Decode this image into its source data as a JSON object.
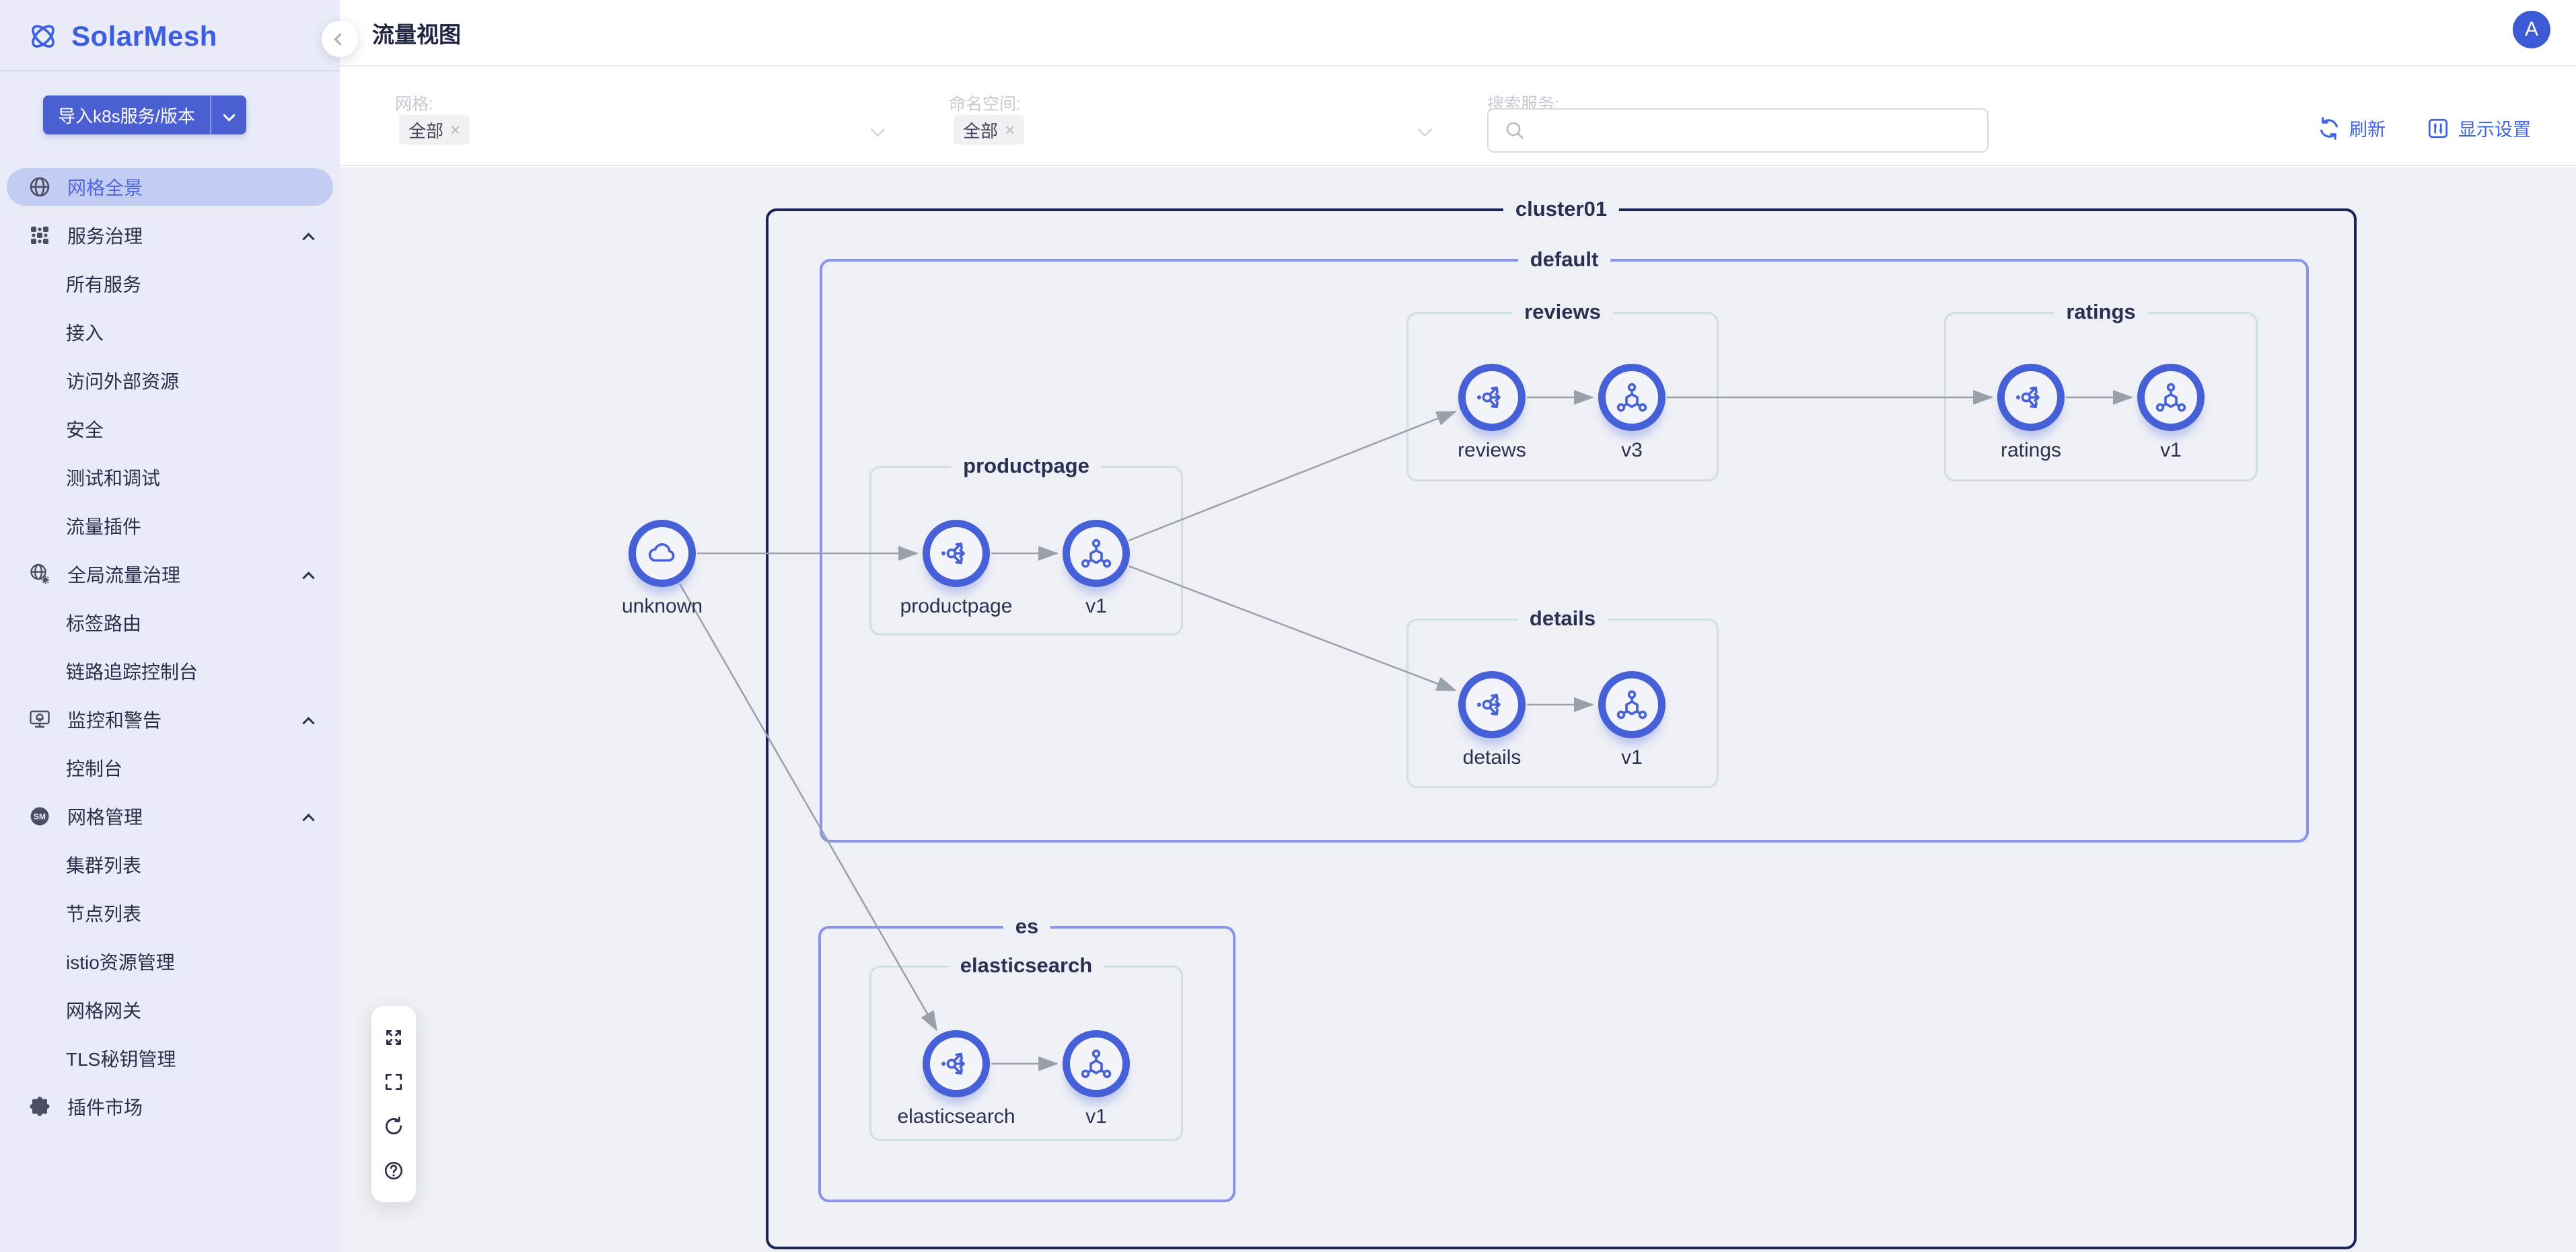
{
  "app": {
    "name": "SolarMesh"
  },
  "colors": {
    "accent": "#4660d8",
    "sidebar_bg": "#e9ecf8",
    "active_pill_bg": "#c3ccf2",
    "cluster_border": "#1b2257",
    "namespace_border": "#8a93e8",
    "group_border": "#cfdfe2",
    "edge": "#99a0ab",
    "canvas_bg": "#eef0f5"
  },
  "sidebar": {
    "import_button": {
      "label": "导入k8s服务/版本"
    },
    "items": [
      {
        "label": "网格全景",
        "icon": "globe-icon",
        "active": true,
        "type": "top"
      },
      {
        "label": "服务治理",
        "icon": "dots-grid-icon",
        "type": "group",
        "expanded": true
      },
      {
        "label": "所有服务",
        "type": "sub"
      },
      {
        "label": "接入",
        "type": "sub"
      },
      {
        "label": "访问外部资源",
        "type": "sub"
      },
      {
        "label": "安全",
        "type": "sub"
      },
      {
        "label": "测试和调试",
        "type": "sub"
      },
      {
        "label": "流量插件",
        "type": "sub"
      },
      {
        "label": "全局流量治理",
        "icon": "globe-gear-icon",
        "type": "group",
        "expanded": true
      },
      {
        "label": "标签路由",
        "type": "sub"
      },
      {
        "label": "链路追踪控制台",
        "type": "sub"
      },
      {
        "label": "监控和警告",
        "icon": "monitor-alert-icon",
        "type": "group",
        "expanded": true
      },
      {
        "label": "控制台",
        "type": "sub"
      },
      {
        "label": "网格管理",
        "icon": "sm-badge-icon",
        "type": "group",
        "expanded": true
      },
      {
        "label": "集群列表",
        "type": "sub"
      },
      {
        "label": "节点列表",
        "type": "sub"
      },
      {
        "label": "istio资源管理",
        "type": "sub"
      },
      {
        "label": "网格网关",
        "type": "sub"
      },
      {
        "label": "TLS秘钥管理",
        "type": "sub"
      },
      {
        "label": "插件市场",
        "icon": "puzzle-icon",
        "type": "top"
      }
    ]
  },
  "header": {
    "title": "流量视图",
    "avatar_initial": "A"
  },
  "filters": {
    "mesh": {
      "label": "网格:",
      "value": "全部"
    },
    "namespace": {
      "label": "命名空间:",
      "value": "全部"
    },
    "search": {
      "label": "搜索服务:",
      "value": ""
    },
    "refresh_label": "刷新",
    "display_settings_label": "显示设置"
  },
  "graph": {
    "boxes": [
      {
        "id": "cluster01",
        "label": "cluster01",
        "kind": "cluster"
      },
      {
        "id": "default",
        "label": "default",
        "kind": "namespace"
      },
      {
        "id": "es",
        "label": "es",
        "kind": "namespace"
      },
      {
        "id": "reviews",
        "label": "reviews",
        "kind": "app-group"
      },
      {
        "id": "ratings",
        "label": "ratings",
        "kind": "app-group"
      },
      {
        "id": "productpage",
        "label": "productpage",
        "kind": "app-group"
      },
      {
        "id": "details",
        "label": "details",
        "kind": "app-group"
      },
      {
        "id": "elasticsearch",
        "label": "elasticsearch",
        "kind": "app-group"
      }
    ],
    "nodes": [
      {
        "id": "unknown",
        "label": "unknown",
        "type": "unknown",
        "icon": "cloud-icon"
      },
      {
        "id": "productpage",
        "label": "productpage",
        "type": "service",
        "icon": "route-icon"
      },
      {
        "id": "productpage-v1",
        "label": "v1",
        "type": "workload",
        "icon": "workload-icon"
      },
      {
        "id": "reviews",
        "label": "reviews",
        "type": "service",
        "icon": "route-icon"
      },
      {
        "id": "reviews-v3",
        "label": "v3",
        "type": "workload",
        "icon": "workload-icon"
      },
      {
        "id": "ratings",
        "label": "ratings",
        "type": "service",
        "icon": "route-icon"
      },
      {
        "id": "ratings-v1",
        "label": "v1",
        "type": "workload",
        "icon": "workload-icon"
      },
      {
        "id": "details",
        "label": "details",
        "type": "service",
        "icon": "route-icon"
      },
      {
        "id": "details-v1",
        "label": "v1",
        "type": "workload",
        "icon": "workload-icon"
      },
      {
        "id": "elasticsearch",
        "label": "elasticsearch",
        "type": "service",
        "icon": "route-icon"
      },
      {
        "id": "elasticsearch-v1",
        "label": "v1",
        "type": "workload",
        "icon": "workload-icon"
      }
    ],
    "edges": [
      {
        "from": "unknown",
        "to": "productpage"
      },
      {
        "from": "unknown",
        "to": "elasticsearch"
      },
      {
        "from": "productpage",
        "to": "productpage-v1"
      },
      {
        "from": "productpage-v1",
        "to": "reviews"
      },
      {
        "from": "productpage-v1",
        "to": "details"
      },
      {
        "from": "reviews",
        "to": "reviews-v3"
      },
      {
        "from": "reviews-v3",
        "to": "ratings"
      },
      {
        "from": "ratings",
        "to": "ratings-v1"
      },
      {
        "from": "details",
        "to": "details-v1"
      },
      {
        "from": "elasticsearch",
        "to": "elasticsearch-v1"
      }
    ]
  },
  "toolbar": {
    "buttons": [
      {
        "name": "zoom-fit",
        "icon": "expand-arrows-icon"
      },
      {
        "name": "fullscreen",
        "icon": "fullscreen-icon"
      },
      {
        "name": "reload",
        "icon": "refresh-icon"
      },
      {
        "name": "help",
        "icon": "help-icon"
      }
    ]
  }
}
